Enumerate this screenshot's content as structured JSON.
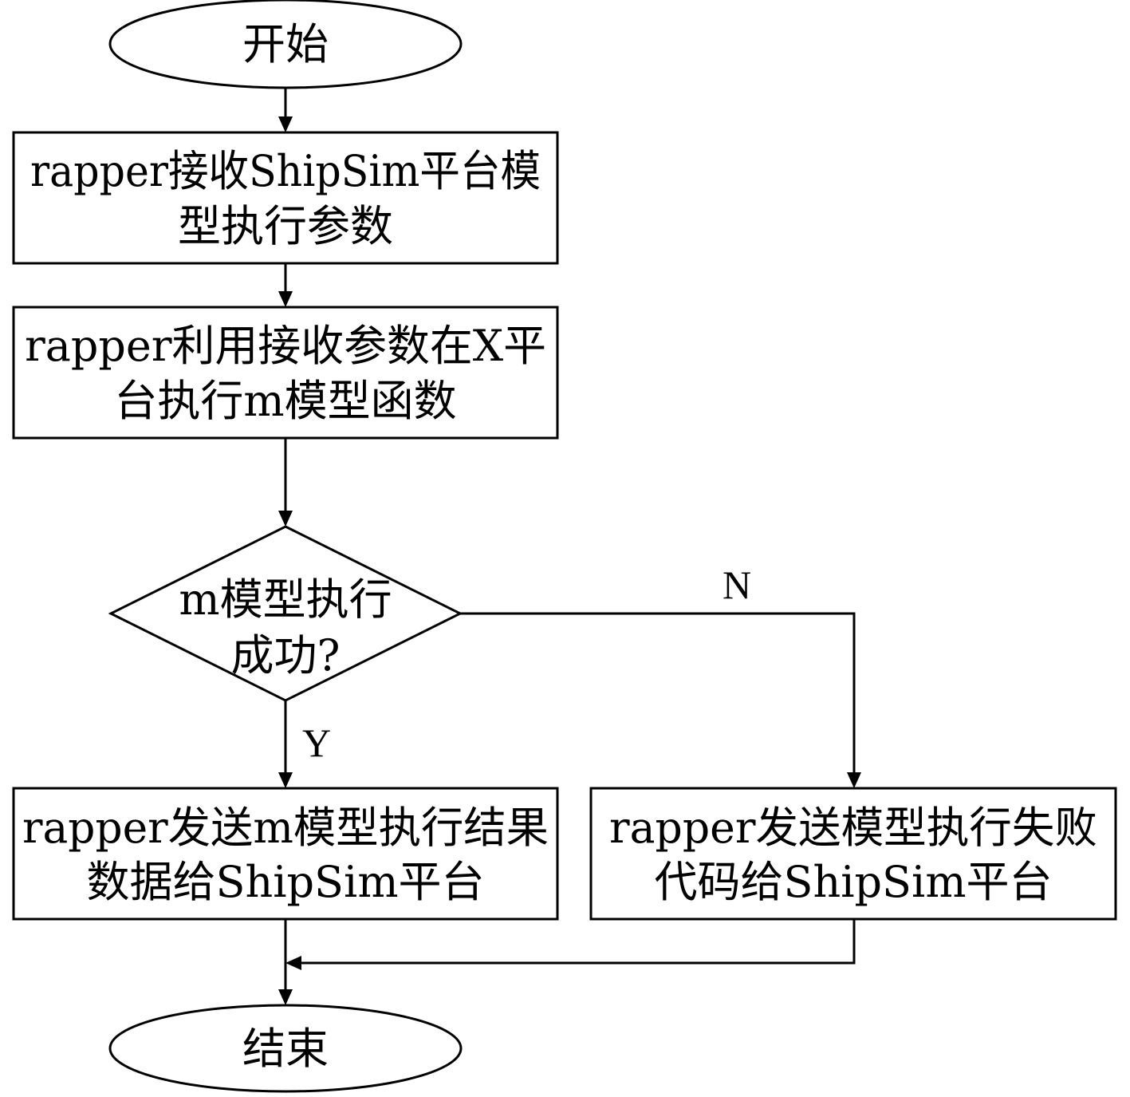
{
  "diagram": {
    "start": {
      "label": "开始"
    },
    "step_receive": {
      "line1": "rapper接收ShipSim平台模",
      "line2": "型执行参数"
    },
    "step_execute": {
      "line1": "rapper利用接收参数在X平",
      "line2": "台执行m模型函数"
    },
    "decision": {
      "line1": "m模型执行",
      "line2": "成功?"
    },
    "step_send_result": {
      "line1": "rapper发送m模型执行结果",
      "line2": "数据给ShipSim平台"
    },
    "step_send_failure": {
      "line1": "rapper发送模型执行失败",
      "line2": "代码给ShipSim平台"
    },
    "end": {
      "label": "结束"
    },
    "edge_yes": {
      "label": "Y"
    },
    "edge_no": {
      "label": "N"
    }
  }
}
